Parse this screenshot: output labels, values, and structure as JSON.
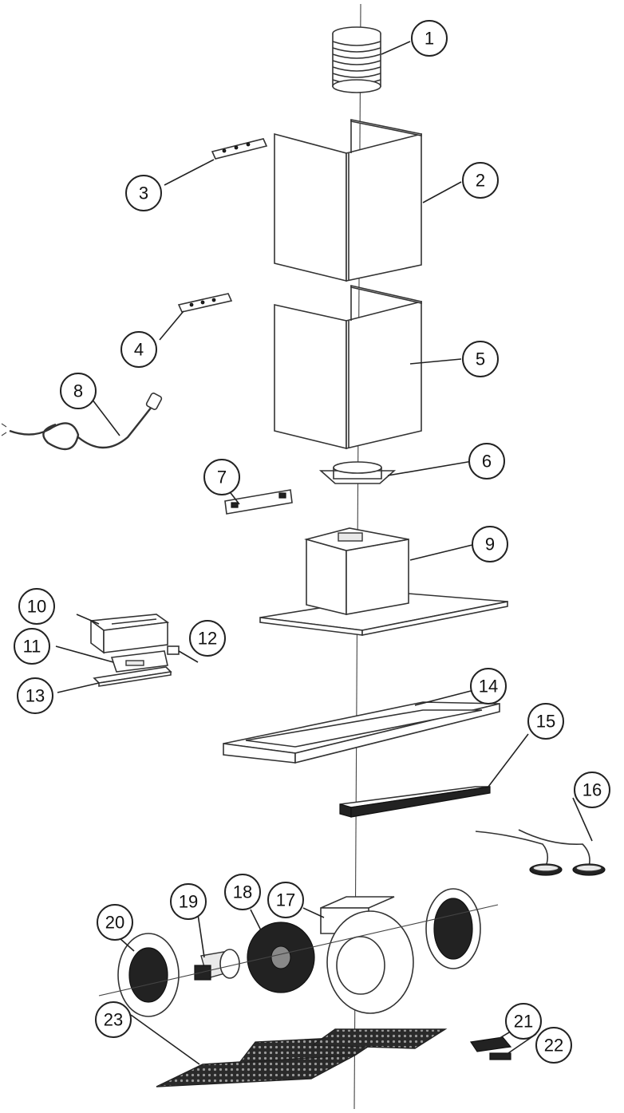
{
  "diagram": {
    "type": "exploded-parts-view",
    "callouts": [
      "1",
      "2",
      "3",
      "4",
      "5",
      "6",
      "7",
      "8",
      "9",
      "10",
      "11",
      "12",
      "13",
      "14",
      "15",
      "16",
      "17",
      "18",
      "19",
      "20",
      "21",
      "22",
      "23"
    ]
  }
}
